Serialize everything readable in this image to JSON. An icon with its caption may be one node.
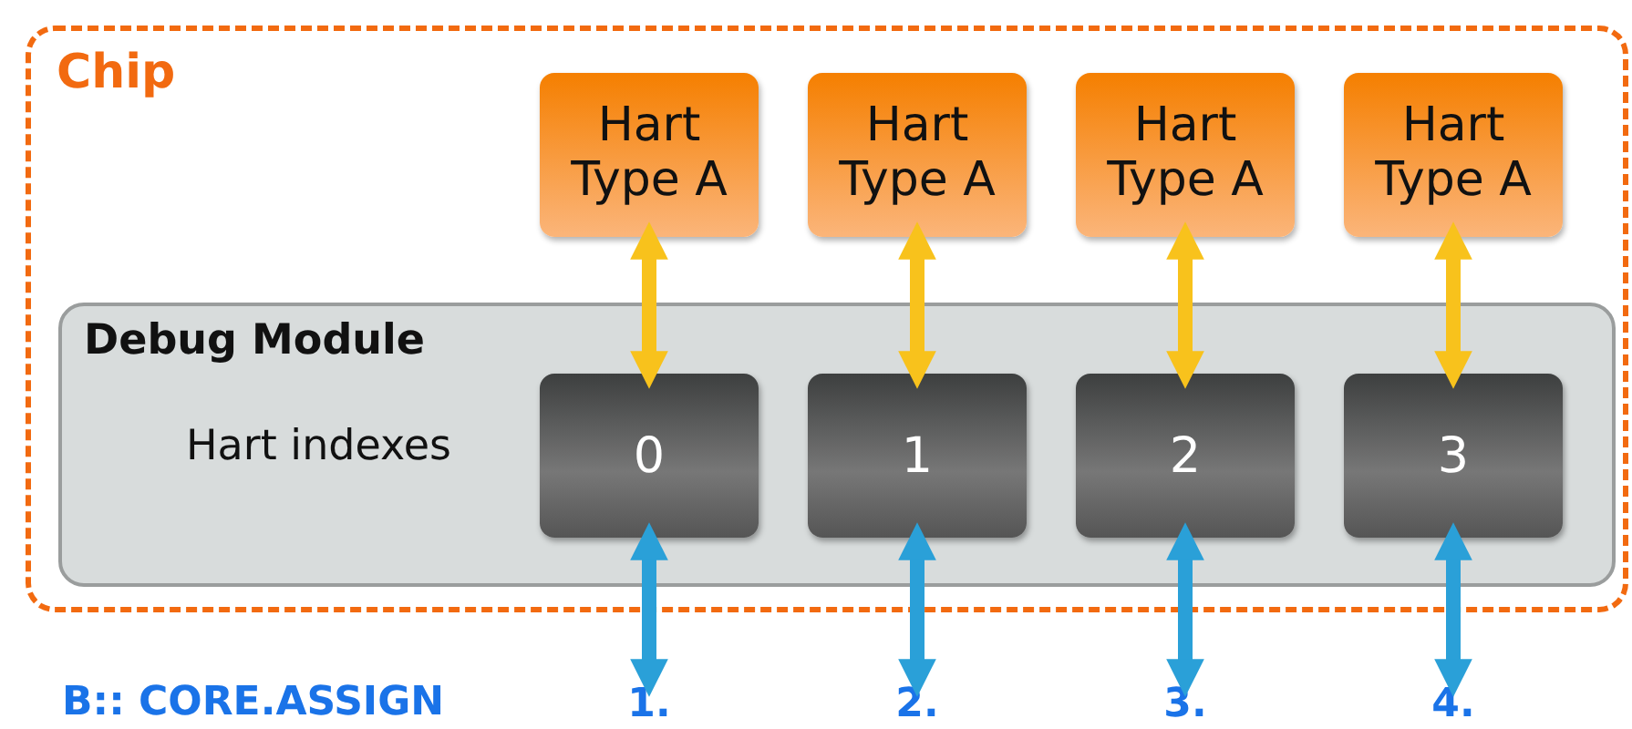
{
  "diagram": {
    "nodes": [
      {
        "text": [
          "Chip"
        ]
      },
      {
        "text": [
          "Hart Type A"
        ],
        "in": 0
      },
      {
        "text": [
          "Hart Type A"
        ],
        "in": 0
      },
      {
        "text": [
          "Hart Type A"
        ],
        "in": 0
      },
      {
        "text": [
          "Hart Type A"
        ],
        "in": 0
      },
      {
        "text": [
          "Debug Module",
          "Hart indexes"
        ],
        "in": 0
      },
      {
        "text": [
          "0"
        ],
        "in": 5
      },
      {
        "text": [
          "1"
        ],
        "in": 5
      },
      {
        "text": [
          "2"
        ],
        "in": 5
      },
      {
        "text": [
          "3"
        ],
        "in": 5
      },
      {
        "text": [
          "1."
        ]
      },
      {
        "text": [
          "2."
        ]
      },
      {
        "text": [
          "3."
        ]
      },
      {
        "text": [
          "4."
        ]
      }
    ],
    "edges": [
      {
        "from": 1,
        "to": 6,
        "arrow": "both",
        "color": "#f8c21c"
      },
      {
        "from": 2,
        "to": 7,
        "arrow": "both",
        "color": "#f8c21c"
      },
      {
        "from": 3,
        "to": 8,
        "arrow": "both",
        "color": "#f8c21c"
      },
      {
        "from": 4,
        "to": 9,
        "arrow": "both",
        "color": "#f8c21c"
      },
      {
        "from": 6,
        "to": 10,
        "arrow": "both",
        "color": "#2aa0d8"
      },
      {
        "from": 7,
        "to": 11,
        "arrow": "both",
        "color": "#2aa0d8"
      },
      {
        "from": 8,
        "to": 12,
        "arrow": "both",
        "color": "#2aa0d8"
      },
      {
        "from": 9,
        "to": 13,
        "arrow": "both",
        "color": "#2aa0d8"
      }
    ],
    "labels": [
      "B:: CORE.ASSIGN"
    ]
  }
}
